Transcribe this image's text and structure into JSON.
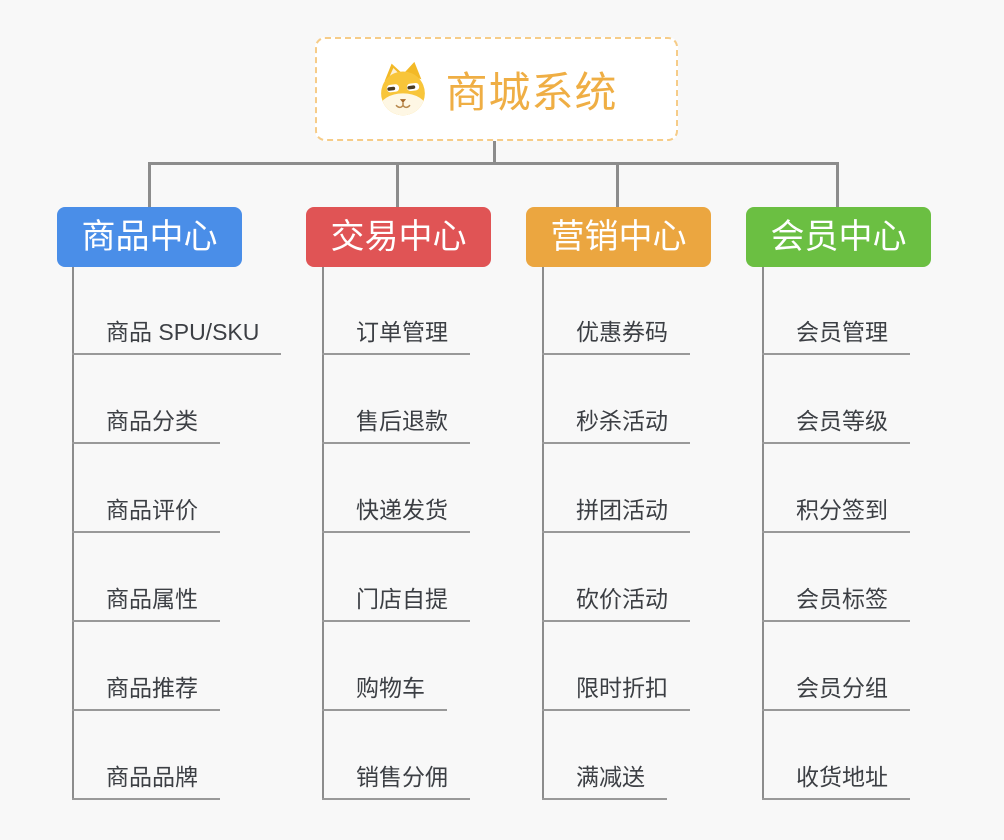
{
  "page": {
    "background_color": "#f8f8f8",
    "connector_color": "#8c8c8c"
  },
  "root": {
    "title": "商城系统",
    "icon": "dog-face-icon",
    "text_color": "#efae44",
    "border_color": "#f6cc88"
  },
  "branches": [
    {
      "label": "商品中心",
      "color": "#4a8ee8",
      "children": [
        "商品 SPU/SKU",
        "商品分类",
        "商品评价",
        "商品属性",
        "商品推荐",
        "商品品牌"
      ]
    },
    {
      "label": "交易中心",
      "color": "#e05455",
      "children": [
        "订单管理",
        "售后退款",
        "快递发货",
        "门店自提",
        "购物车",
        "销售分佣"
      ]
    },
    {
      "label": "营销中心",
      "color": "#eba640",
      "children": [
        "优惠券码",
        "秒杀活动",
        "拼团活动",
        "砍价活动",
        "限时折扣",
        "满减送"
      ]
    },
    {
      "label": "会员中心",
      "color": "#6bbf42",
      "children": [
        "会员管理",
        "会员等级",
        "积分签到",
        "会员标签",
        "会员分组",
        "收货地址"
      ]
    }
  ]
}
